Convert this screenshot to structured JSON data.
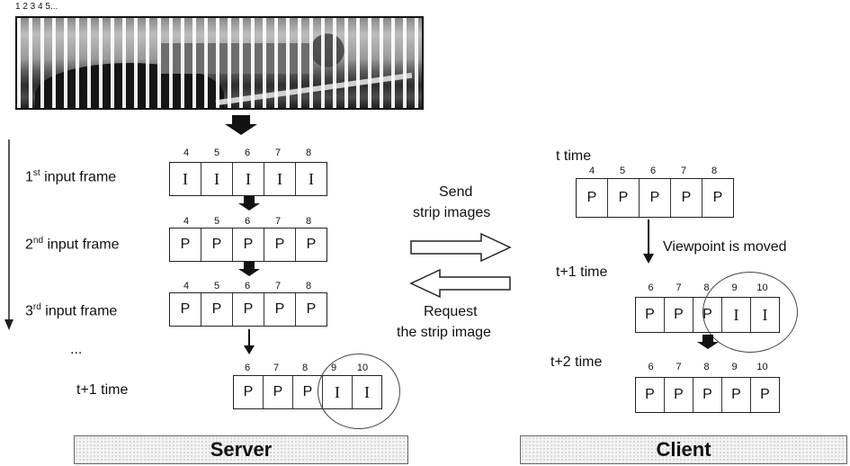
{
  "top_index_label": "1 2 3 4 5...",
  "server": {
    "frames": [
      {
        "label_main": "1",
        "label_sup": "st",
        "label_rest": " input frame",
        "numbers": [
          "4",
          "5",
          "6",
          "7",
          "8"
        ],
        "cells": [
          "I",
          "I",
          "I",
          "I",
          "I"
        ]
      },
      {
        "label_main": "2",
        "label_sup": "nd",
        "label_rest": " input frame",
        "numbers": [
          "4",
          "5",
          "6",
          "7",
          "8"
        ],
        "cells": [
          "P",
          "P",
          "P",
          "P",
          "P"
        ]
      },
      {
        "label_main": "3",
        "label_sup": "rd",
        "label_rest": " input frame",
        "numbers": [
          "4",
          "5",
          "6",
          "7",
          "8"
        ],
        "cells": [
          "P",
          "P",
          "P",
          "P",
          "P"
        ]
      }
    ],
    "ellipsis": "...",
    "t1": {
      "label": "t+1 time",
      "numbers": [
        "6",
        "7",
        "8",
        "9",
        "10"
      ],
      "cells": [
        "P",
        "P",
        "P",
        "I",
        "I"
      ]
    },
    "box_label": "Server"
  },
  "middle": {
    "send_line1": "Send",
    "send_line2": "strip images",
    "request_line1": "Request",
    "request_line2": "the strip image"
  },
  "client": {
    "t": {
      "label": "t time",
      "numbers": [
        "4",
        "5",
        "6",
        "7",
        "8"
      ],
      "cells": [
        "P",
        "P",
        "P",
        "P",
        "P"
      ]
    },
    "moved_label": "Viewpoint is moved",
    "t1": {
      "label": "t+1 time",
      "numbers": [
        "6",
        "7",
        "8",
        "9",
        "10"
      ],
      "cells": [
        "P",
        "P",
        "P",
        "I",
        "I"
      ]
    },
    "t2": {
      "label": "t+2 time",
      "numbers": [
        "6",
        "7",
        "8",
        "9",
        "10"
      ],
      "cells": [
        "P",
        "P",
        "P",
        "P",
        "P"
      ]
    },
    "box_label": "Client"
  }
}
